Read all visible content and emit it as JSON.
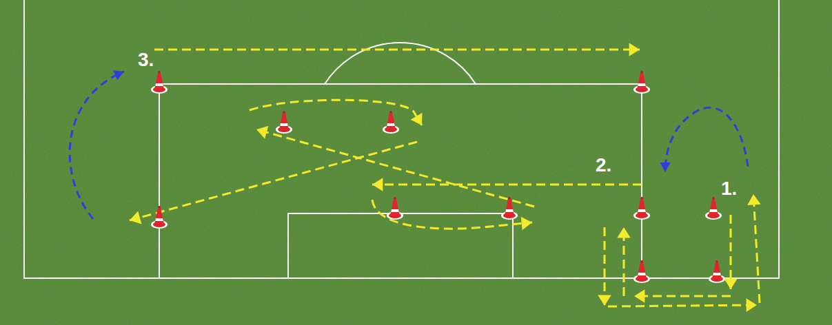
{
  "diagram": {
    "labels": [
      "3.",
      "2.",
      "1."
    ]
  }
}
